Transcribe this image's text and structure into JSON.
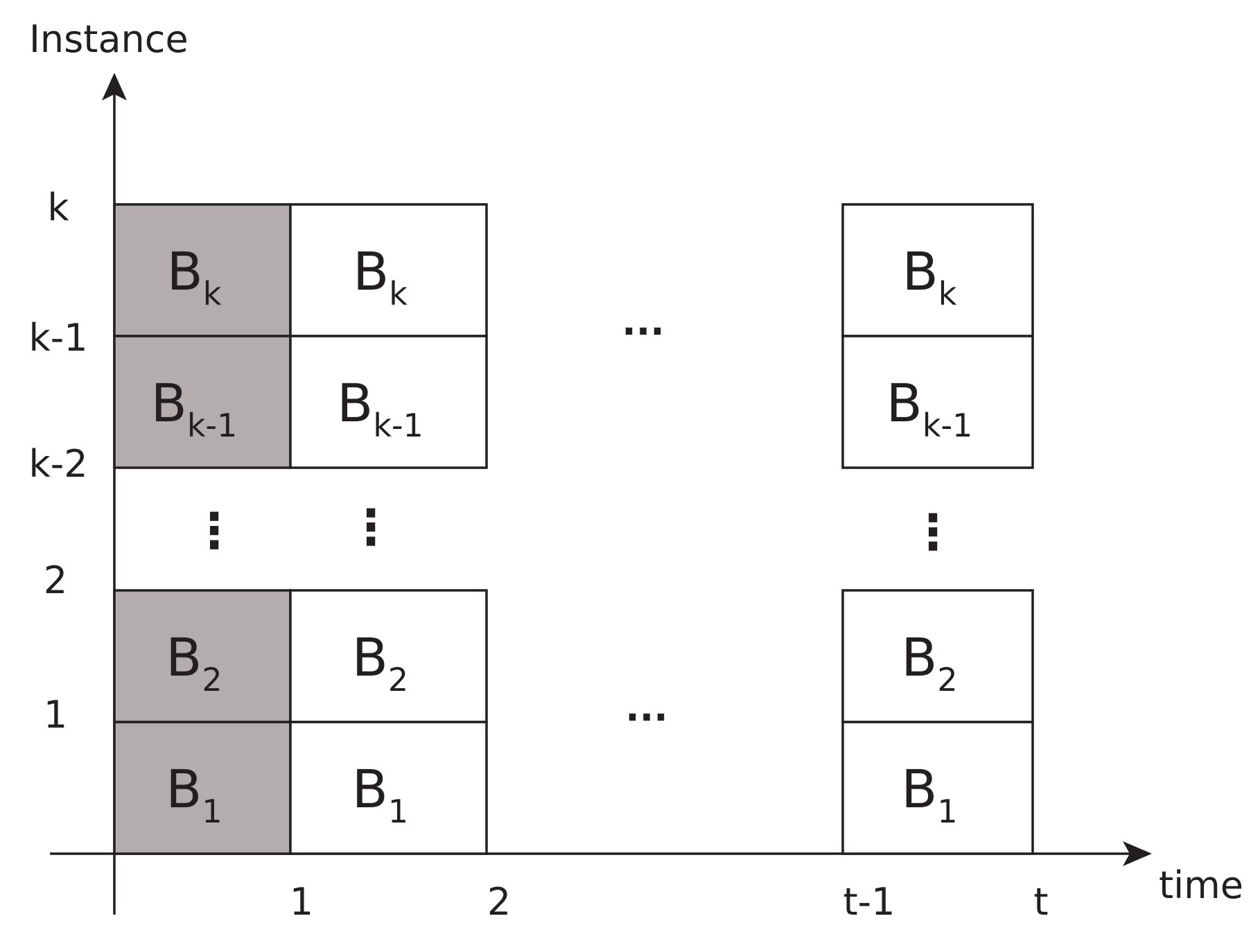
{
  "axes": {
    "y_title": "Instance",
    "x_title": "time",
    "y_ticks": [
      "k",
      "k-1",
      "k-2",
      "2",
      "1"
    ],
    "x_ticks": [
      "1",
      "2",
      "t-1",
      "t"
    ]
  },
  "colors": {
    "line": "#231f20",
    "shaded_cell": "#b3adad",
    "plain_cell": "#ffffff"
  },
  "columns": [
    {
      "name": "column-0",
      "shaded": true,
      "cells": [
        {
          "base": "B",
          "sub": "k"
        },
        {
          "base": "B",
          "sub": "k-1"
        },
        {
          "base": "B",
          "sub": "2"
        },
        {
          "base": "B",
          "sub": "1"
        }
      ]
    },
    {
      "name": "column-1",
      "shaded": false,
      "cells": [
        {
          "base": "B",
          "sub": "k"
        },
        {
          "base": "B",
          "sub": "k-1"
        },
        {
          "base": "B",
          "sub": "2"
        },
        {
          "base": "B",
          "sub": "1"
        }
      ]
    },
    {
      "name": "column-t",
      "shaded": false,
      "cells": [
        {
          "base": "B",
          "sub": "k"
        },
        {
          "base": "B",
          "sub": "k-1"
        },
        {
          "base": "B",
          "sub": "2"
        },
        {
          "base": "B",
          "sub": "1"
        }
      ]
    }
  ],
  "ellipsis": {
    "horizontal": "...",
    "vertical": "⋮"
  }
}
